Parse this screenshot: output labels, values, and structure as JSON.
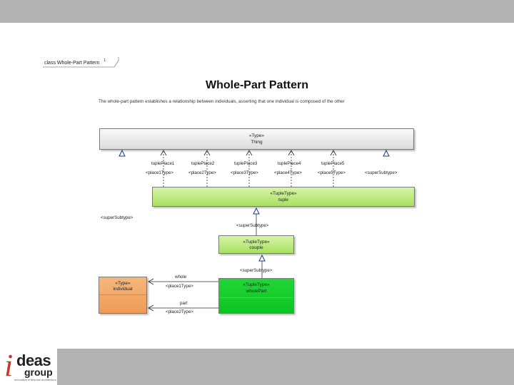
{
  "frame": {
    "label": "class Whole-Part Pattern",
    "tab_mark": "1"
  },
  "diagram": {
    "title": "Whole-Part Pattern",
    "description": "The whole-part pattern establishes a relationship between individuals, asserting that one individual is composed of the other",
    "classes": {
      "thing": {
        "stereotype": "«Type»",
        "name": "Thing"
      },
      "tuple": {
        "stereotype": "«TupleType»",
        "name": "tuple"
      },
      "couple": {
        "stereotype": "«TupleType»",
        "name": "couple"
      },
      "wholepart": {
        "stereotype": "«TupleType»",
        "name": "wholePart"
      },
      "individual": {
        "stereotype": "«Type»",
        "name": "individual"
      }
    },
    "tuple_places": [
      {
        "role": "tuplePlace1",
        "type": "<place1Type>"
      },
      {
        "role": "tuplePlace2",
        "type": "<place2Type>"
      },
      {
        "role": "tuplePlace3",
        "type": "<place3Type>"
      },
      {
        "role": "tuplePlace4",
        "type": "<place4Type>"
      },
      {
        "role": "tuplePlace5",
        "type": "<place5Type>"
      }
    ],
    "supertype_labels": {
      "thing_right": "<superSubtype>",
      "tuple_left": "<superSubtype>",
      "couple_top": "<superSubtype>",
      "wholepart_top": "<superSubtype>"
    },
    "associations": [
      {
        "role": "whole",
        "type": "<place1Type>"
      },
      {
        "role": "part",
        "type": "<place2Type>"
      }
    ]
  },
  "colors": {
    "topbar": "#b3b3b3",
    "thing_fill": "#e8e8e8",
    "tuple_fill": "#bdeb85",
    "wholepart_fill": "#17cf2d",
    "individual_fill": "#f2a866"
  },
  "logo": {
    "initial": "i",
    "word1": "deas",
    "word2": "group",
    "tagline": "innovative enterprise architecture solutions"
  }
}
